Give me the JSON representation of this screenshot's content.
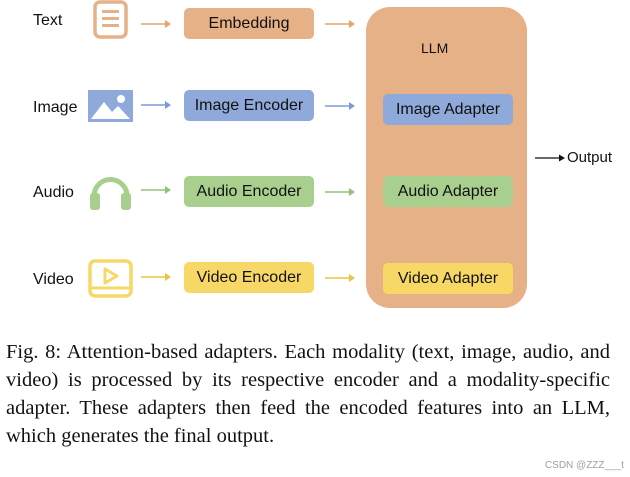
{
  "modalities": {
    "text": "Text",
    "image": "Image",
    "audio": "Audio",
    "video": "Video"
  },
  "encoders": {
    "text": "Embedding",
    "image": "Image Encoder",
    "audio": "Audio Encoder",
    "video": "Video Encoder"
  },
  "llm": {
    "label": "LLM",
    "adapters": {
      "image": "Image Adapter",
      "audio": "Audio Adapter",
      "video": "Video Adapter"
    }
  },
  "output_label": "Output",
  "caption": "Fig. 8: Attention-based adapters. Each modality (text, image, audio, and video) is processed by its respective encoder and a modality-specific adapter. These adapters then feed the encoded features into an LLM, which generates the final output.",
  "watermark": "CSDN @ZZZ___t",
  "colors": {
    "text": "#e6b187",
    "image": "#8fa9db",
    "audio": "#a9cf8e",
    "video": "#f7d866",
    "llm": "#e6b187"
  },
  "icons": {
    "text": "document-icon",
    "image": "image-icon",
    "audio": "headphones-icon",
    "video": "video-play-icon"
  }
}
